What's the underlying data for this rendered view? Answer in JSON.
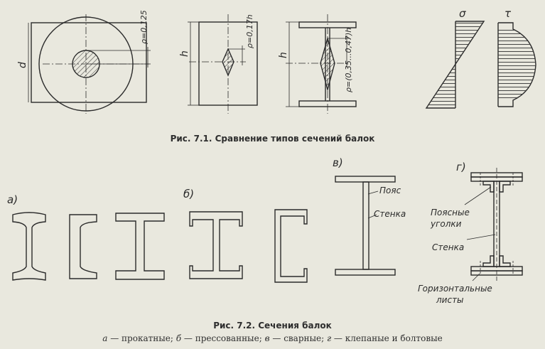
{
  "fig1": {
    "caption": "Рис. 7.1. Сравнение типов сечений балок",
    "labels": {
      "d": "d",
      "h1": "h",
      "h2": "h",
      "rho1": "ρ=0,125",
      "rho2": "ρ=0,17h",
      "rho3": "ρ=(0,35...0,47)h",
      "sigma": "σ",
      "tau": "τ"
    }
  },
  "fig2": {
    "caption": "Рис. 7.2. Сечения балок",
    "group_labels": {
      "a": "а)",
      "b": "б)",
      "v": "в)",
      "g": "г)"
    },
    "part_labels": {
      "poyas": "Пояс",
      "stenka1": "Стенка",
      "poyasnye1": "Поясные",
      "poyasnye2": "уголки",
      "stenka2": "Стенка",
      "gor1": "Горизонтальные",
      "gor2": "листы"
    },
    "legend": [
      {
        "key": "а",
        "text": " — прокатные; "
      },
      {
        "key": "б",
        "text": " — прессованные; "
      },
      {
        "key": "в",
        "text": " — сварные; "
      },
      {
        "key": "г",
        "text": " — клепаные  и  болтовые"
      }
    ]
  }
}
